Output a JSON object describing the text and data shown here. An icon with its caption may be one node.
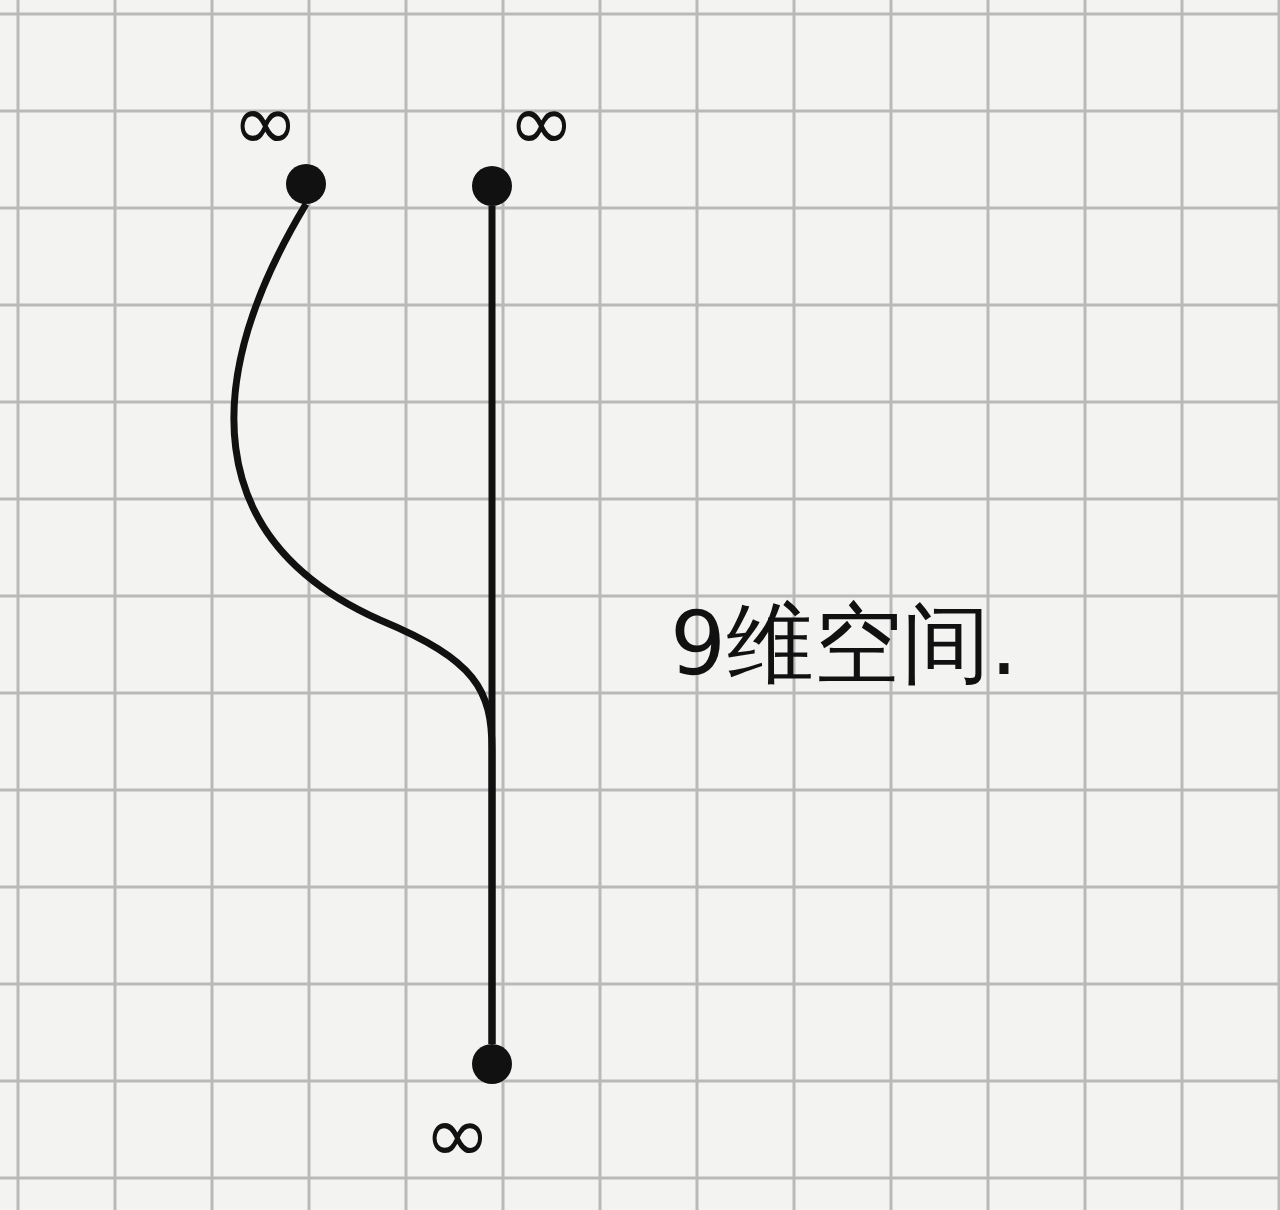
{
  "diagram": {
    "nodes": [
      {
        "text": [],
        "shape": "circle",
        "beside": [
          "∞"
        ]
      },
      {
        "text": [],
        "shape": "circle",
        "beside": [
          "∞"
        ]
      },
      {
        "text": [],
        "shape": "circle",
        "beside": [
          "∞"
        ]
      }
    ],
    "edges": [
      {
        "from": 1,
        "to": 2,
        "arrow": "none"
      },
      {
        "from": 0,
        "to": 2,
        "arrow": "none"
      }
    ],
    "labels": [
      "9维空间."
    ]
  }
}
